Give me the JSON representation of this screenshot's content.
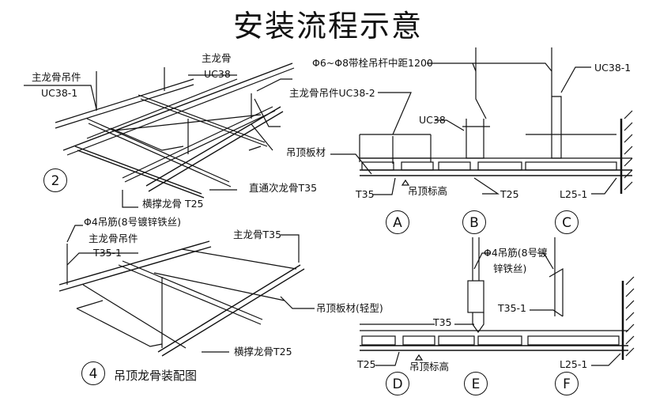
{
  "title": "安装流程示意",
  "diagram_2": {
    "id": "2",
    "labels": {
      "main_keel": "主龙骨",
      "main_keel_code": "UC38",
      "main_keel_hanger": "主龙骨吊件",
      "main_keel_hanger_code": "UC38-1",
      "ceiling_board": "吊顶板材",
      "through_secondary_keel": "直通次龙骨T35",
      "cross_brace_keel": "横撑龙骨 T25"
    }
  },
  "section_abc": {
    "labels": {
      "rod": "Φ6~Φ8带栓吊杆中距1200",
      "hanger_uc38_2": "主龙骨吊件UC38-2",
      "uc38": "UC38",
      "uc38_1": "UC38-1",
      "t35": "T35",
      "ceiling_level": "吊顶标高",
      "t25": "T25",
      "l25_1": "L25-1"
    },
    "markers": [
      "A",
      "B",
      "C"
    ]
  },
  "diagram_4": {
    "id": "4",
    "caption": "吊顶龙骨装配图",
    "labels": {
      "wire": "Φ4吊筋(8号镀锌铁丝)",
      "main_keel_hanger": "主龙骨吊件",
      "main_keel_hanger_code": "T35-1",
      "main_keel": "主龙骨T35",
      "ceiling_board_light": "吊顶板材(轻型)",
      "cross_brace_keel": "横撑龙骨T25"
    }
  },
  "section_def": {
    "labels": {
      "wire_line1": "Φ4吊筋(8号镀",
      "wire_line2": "锌铁丝)",
      "t35": "T35",
      "t35_1": "T35-1",
      "t25": "T25",
      "ceiling_level": "吊顶标高",
      "l25_1": "L25-1"
    },
    "markers": [
      "D",
      "E",
      "F"
    ]
  }
}
